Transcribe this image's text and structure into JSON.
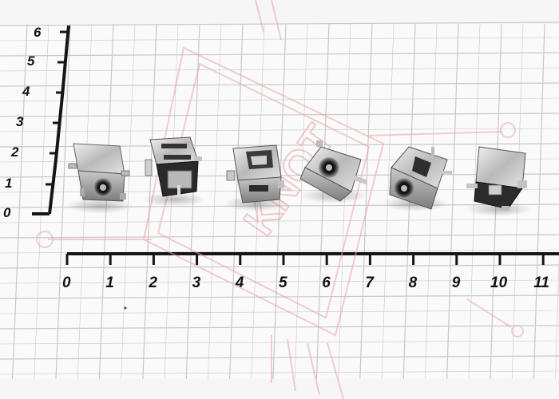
{
  "photo": {
    "description_tag": "six DC power jack connectors on millimeter grid paper",
    "vertical_scale_labels": [
      "0",
      "1",
      "2",
      "3",
      "4",
      "5",
      "6"
    ],
    "horizontal_scale_labels": [
      "0",
      "1",
      "2",
      "3",
      "4",
      "5",
      "6",
      "7",
      "8",
      "9",
      "10",
      "11"
    ],
    "watermark_text": "KNOT",
    "colors": {
      "paper": "#f6f6f6",
      "grid": "#c8c8c8",
      "axis": "#151515",
      "metal_light": "#d9d9d9",
      "metal_dark": "#8a8a8a",
      "plastic": "#222222"
    },
    "connector_count": 6
  }
}
